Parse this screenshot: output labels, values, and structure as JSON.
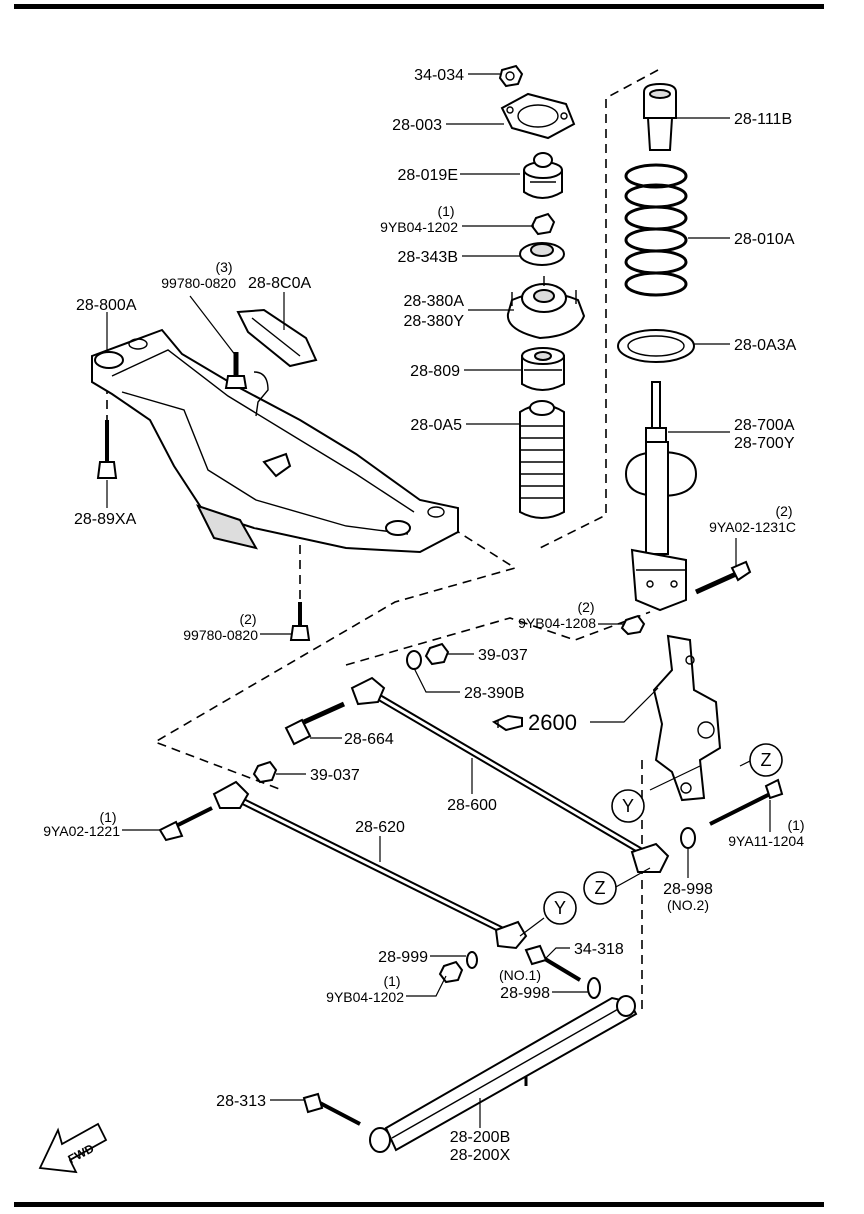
{
  "parts": {
    "p34034": "34-034",
    "p28003": "28-003",
    "p28019E": "28-019E",
    "p9YB041202_top_qty": "(1)",
    "p9YB041202_top": "9YB04-1202",
    "p28343B": "28-343B",
    "p28380A": "28-380A",
    "p28380Y": "28-380Y",
    "p28809": "28-809",
    "p280A5": "28-0A5",
    "p28111B": "28-111B",
    "p28010A": "28-010A",
    "p280A3A": "28-0A3A",
    "p28700A": "28-700A",
    "p28700Y": "28-700Y",
    "p9YA021231C_qty": "(2)",
    "p9YA021231C": "9YA02-1231C",
    "p9YB041208_qty": "(2)",
    "p9YB041208": "9YB04-1208",
    "p28800A": "28-800A",
    "p99780_top_qty": "(3)",
    "p99780_top": "99780-0820",
    "p288C0A": "28-8C0A",
    "p2889XA": "28-89XA",
    "p99780_bot_qty": "(2)",
    "p99780_bot": "99780-0820",
    "p39037_a": "39-037",
    "p28390B": "28-390B",
    "p2600": "2600",
    "p28664": "28-664",
    "p39037_b": "39-037",
    "p28600": "28-600",
    "p9YA021221_qty": "(1)",
    "p9YA021221": "9YA02-1221",
    "p28620": "28-620",
    "p9YA111204_qty": "(1)",
    "p9YA111204": "9YA11-1204",
    "p28998_no2": "28-998",
    "p28998_no2_note": "(NO.2)",
    "p28999": "28-999",
    "p34318": "34-318",
    "p9YB041202_bot_qty": "(1)",
    "p9YB041202_bot": "9YB04-1202",
    "p28998_no1_note": "(NO.1)",
    "p28998_no1": "28-998",
    "p28313": "28-313",
    "p28200B": "28-200B",
    "p28200X": "28-200X"
  },
  "refs": {
    "z": "Z",
    "y": "Y"
  },
  "fwd": "FWD"
}
